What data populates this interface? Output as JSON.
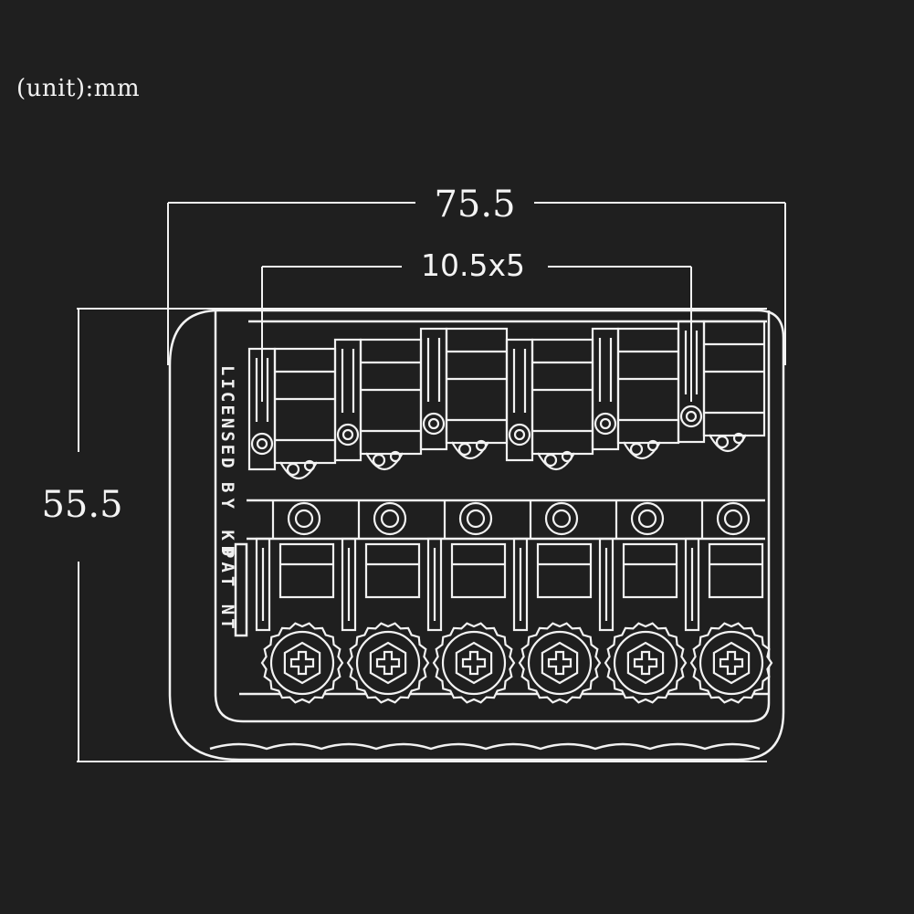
{
  "unit_label": "(unit):mm",
  "dimensions": {
    "overall_width": "75.5",
    "string_spacing": "10.5x5",
    "overall_length": "55.5"
  },
  "engraving": {
    "line1": "LICENSED",
    "line2": "BY KD",
    "line3": "PAT NT"
  },
  "saddle_count": 6,
  "colors": {
    "background": "#1f1f1f",
    "line": "#f2f2f2"
  }
}
